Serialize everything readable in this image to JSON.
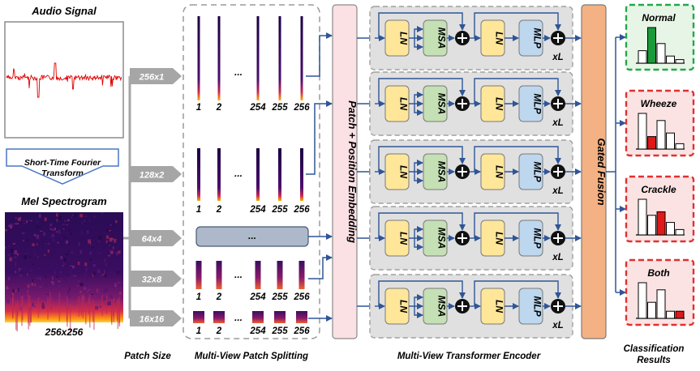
{
  "input": {
    "audio_title": "Audio Signal",
    "stft_label_line1": "Short-Time Fourier",
    "stft_label_line2": "Transform",
    "mel_title": "Mel Spectrogram",
    "mel_size": "256x256"
  },
  "patch_sizes": [
    "256x1",
    "128x2",
    "64x4",
    "32x8",
    "16x16"
  ],
  "patch_index_labels": [
    "1",
    "2",
    "254",
    "255",
    "256"
  ],
  "ellipsis": "...",
  "embedding_label": "Patch + Position Embedding",
  "encoder": {
    "ln": "LN",
    "msa": "MSA",
    "mlp": "MLP",
    "repeat": "xL"
  },
  "fusion_label": "Gated Fusion",
  "classes": [
    {
      "name": "Normal",
      "border": "#22a847",
      "fill": "#e6f5e6",
      "highlight_bar": 1,
      "highlight_color": "#1a9a3a",
      "bars": [
        0.35,
        1.0,
        0.55,
        0.2,
        0.1
      ]
    },
    {
      "name": "Wheeze",
      "border": "#e03030",
      "fill": "#fbe3e3",
      "highlight_bar": 1,
      "highlight_color": "#e01818",
      "bars": [
        1.0,
        0.35,
        0.8,
        0.45,
        0.15
      ]
    },
    {
      "name": "Crackle",
      "border": "#e03030",
      "fill": "#fbe3e3",
      "highlight_bar": 2,
      "highlight_color": "#e01818",
      "bars": [
        1.0,
        0.55,
        0.65,
        0.35,
        0.15
      ]
    },
    {
      "name": "Both",
      "border": "#e03030",
      "fill": "#fbe3e3",
      "highlight_bar": 4,
      "highlight_color": "#e01818",
      "bars": [
        1.0,
        0.45,
        0.8,
        0.2,
        0.2
      ]
    }
  ],
  "captions": {
    "patch_size": "Patch Size",
    "splitting": "Multi-View Patch Splitting",
    "encoder": "Multi-View Transformer Encoder",
    "results_line1": "Classification",
    "results_line2": "Results"
  }
}
